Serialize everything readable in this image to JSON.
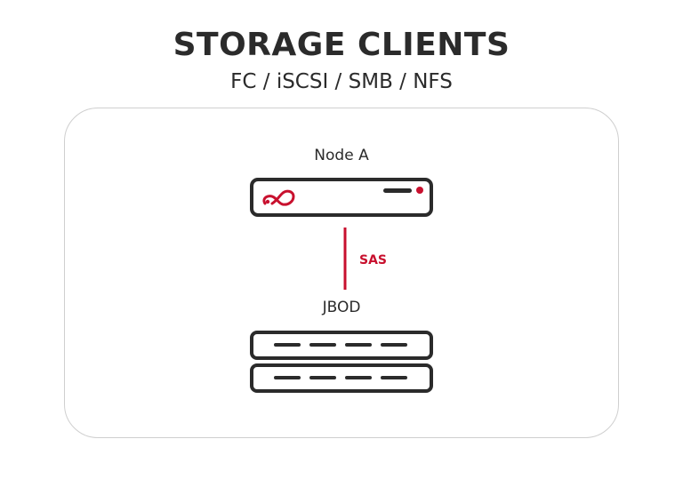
{
  "header": {
    "title": "STORAGE CLIENTS",
    "subtitle": "FC / iSCSI / SMB / NFS"
  },
  "diagram": {
    "node_label": "Node A",
    "link_label": "SAS",
    "jbod_label": "JBOD"
  },
  "colors": {
    "accent": "#c8102e",
    "outline": "#2b2b2b",
    "panel_border": "#cfcfcf"
  },
  "icons": {
    "server": "server-icon",
    "logo": "infinity-logo-icon",
    "jbod": "disk-enclosure-icon"
  }
}
